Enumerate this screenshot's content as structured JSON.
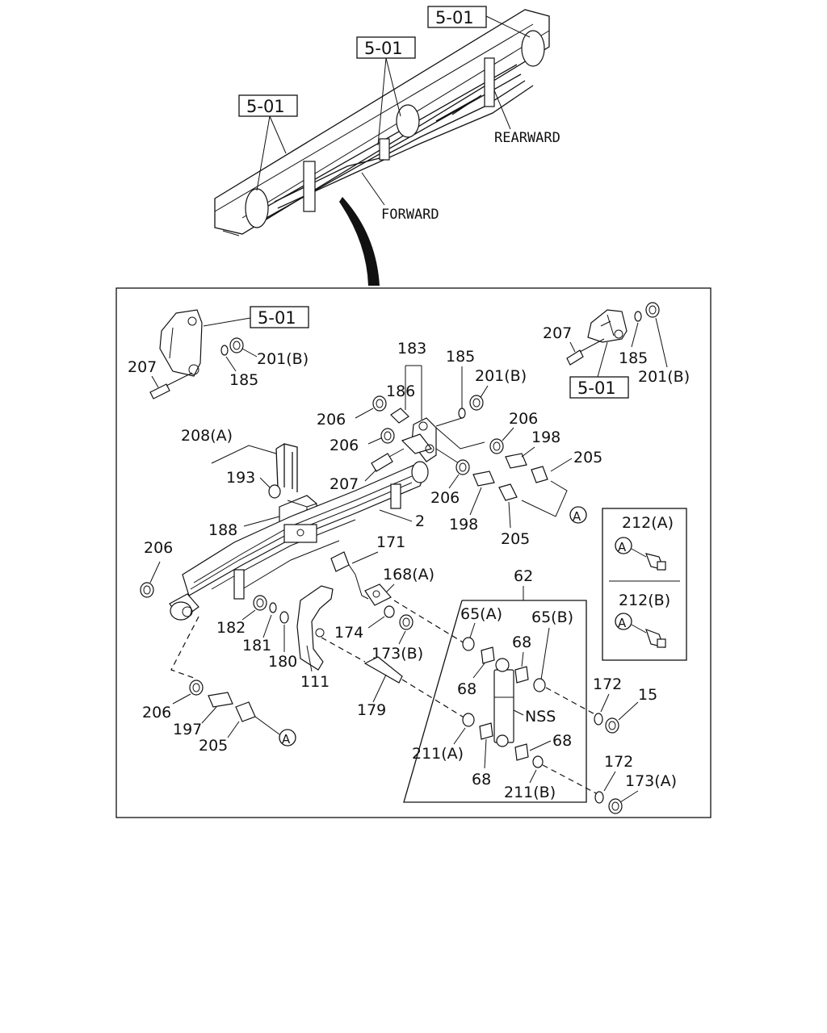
{
  "overview": {
    "refs": [
      "5-01",
      "5-01",
      "5-01"
    ],
    "forward": "FORWARD",
    "rearward": "REARWARD"
  },
  "labels": {
    "ref_left": "5-01",
    "ref_right": "5-01",
    "p207_a": "207",
    "p185_a": "185",
    "p201b_a": "201(B)",
    "p207_b": "207",
    "p185_b": "185",
    "p201b_b": "201(B)",
    "p183": "183",
    "p185_c": "185",
    "p201b_c": "201(B)",
    "p186": "186",
    "p206_a": "206",
    "p206_b": "206",
    "p206_c": "206",
    "p206_d": "206",
    "p206_e": "206",
    "p206_f": "206",
    "p198_a": "198",
    "p198_b": "198",
    "p205_a": "205",
    "p205_b": "205",
    "p205_c": "205",
    "p207_c": "207",
    "p208a": "208(A)",
    "p193": "193",
    "p188": "188",
    "p2": "2",
    "p171": "171",
    "p168a": "168(A)",
    "p62": "62",
    "p182": "182",
    "p181": "181",
    "p180": "180",
    "p174": "174",
    "p173b": "173(B)",
    "p111": "111",
    "p179": "179",
    "p197": "197",
    "p65a": "65(A)",
    "p65b": "65(B)",
    "p68_a": "68",
    "p68_b": "68",
    "p68_c": "68",
    "p68_d": "68",
    "nss": "NSS",
    "p211a": "211(A)",
    "p211b": "211(B)",
    "p172_a": "172",
    "p172_b": "172",
    "p15": "15",
    "p173a": "173(A)",
    "p212a": "212(A)",
    "p212b": "212(B)",
    "circle_a": "A"
  }
}
